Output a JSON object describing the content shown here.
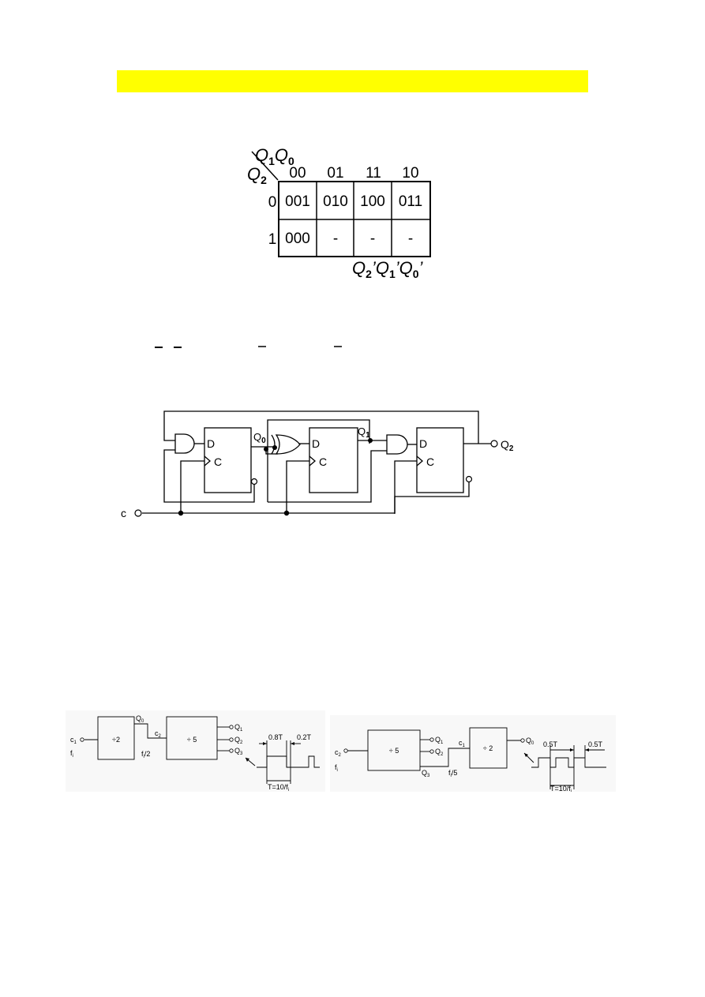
{
  "colors": {
    "highlight": "#ffff00",
    "line": "#000000",
    "figure_bg": "#f8f8f8"
  },
  "kmap": {
    "row_var": "Q",
    "row_var_sub": "2",
    "col_var": "Q",
    "col_var_sub1": "1",
    "col_var2": "Q",
    "col_var_sub2": "0",
    "col_headers": [
      "00",
      "01",
      "11",
      "10"
    ],
    "row_headers": [
      "0",
      "1"
    ],
    "cells": [
      [
        "001",
        "010",
        "100",
        "011"
      ],
      [
        "000",
        "-",
        "-",
        "-"
      ]
    ],
    "output_label": {
      "q2": "Q",
      "q2_sub": "2",
      "q1": "Q",
      "q1_sub": "1",
      "q0": "Q",
      "q0_sub": "0",
      "prime": "’"
    }
  },
  "circuit": {
    "d": "D",
    "c": "C",
    "q0": "Q",
    "q0_sub": "0",
    "q1": "Q",
    "q1_sub": "1",
    "q2": "Q",
    "q2_sub": "2",
    "clock": "c"
  },
  "counter_left": {
    "c1": "c",
    "c1_sub": "1",
    "fi": "f",
    "fi_sub": "i",
    "div2": "÷2",
    "q0": "Q",
    "q0_sub": "0",
    "c2": "c",
    "c2_sub": "2",
    "fi2": "f",
    "fi2_sub": "i",
    "fi2_rest": "/2",
    "div5": "÷ 5",
    "q1": "Q",
    "q1_sub": "1",
    "q2": "Q",
    "q2_sub": "2",
    "q3": "Q",
    "q3_sub": "3",
    "t08": "0.8T",
    "t02": "0.2T",
    "period": "T=10/f",
    "period_sub": "i"
  },
  "counter_right": {
    "c2": "c",
    "c2_sub": "2",
    "fi": "f",
    "fi_sub": "i",
    "div5": "÷ 5",
    "q1": "Q",
    "q1_sub": "1",
    "q2": "Q",
    "q2_sub": "2",
    "q3": "Q",
    "q3_sub": "3",
    "c1": "c",
    "c1_sub": "1",
    "fi5": "f",
    "fi5_sub": "i",
    "fi5_rest": "/5",
    "div2": "÷ 2",
    "q0": "Q",
    "q0_sub": "0",
    "t05a": "0.5T",
    "t05b": "0.5T",
    "period": "T=10/f",
    "period_sub": "i"
  }
}
